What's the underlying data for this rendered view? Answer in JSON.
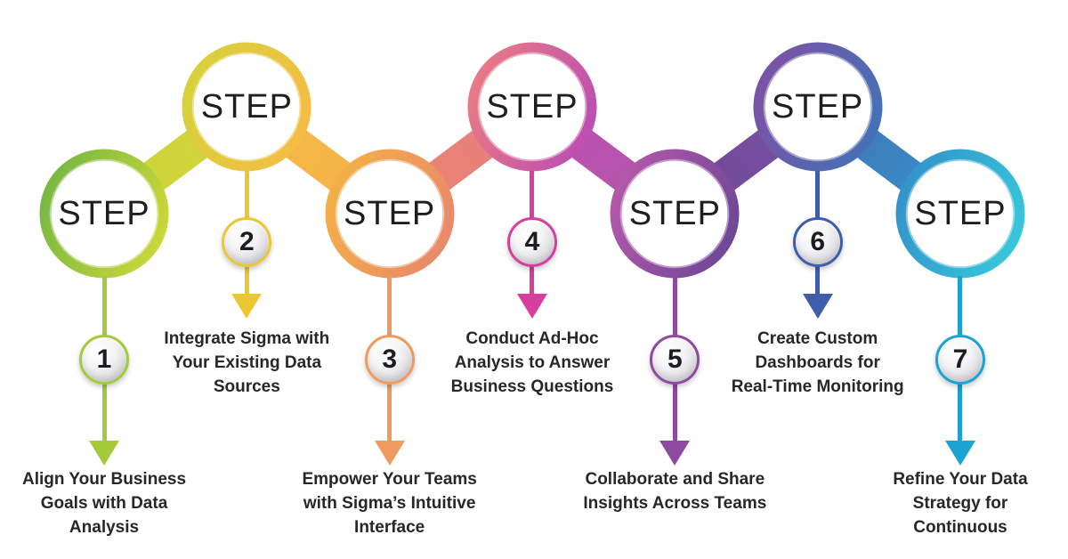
{
  "background_color": "#ffffff",
  "text_color": "#29262a",
  "steps": [
    {
      "label": "STEP",
      "number": "1",
      "position": "lower",
      "description": "Align Your Business\nGoals with Data\nAnalysis",
      "ring_gradient": [
        "#79b843",
        "#c9d739"
      ],
      "accent": "#a4ca3a"
    },
    {
      "label": "STEP",
      "number": "2",
      "position": "upper",
      "description": "Integrate Sigma with\nYour Existing Data\nSources",
      "ring_gradient": [
        "#d6d13b",
        "#f5bc45"
      ],
      "accent": "#ecc72f"
    },
    {
      "label": "STEP",
      "number": "3",
      "position": "lower",
      "description": "Empower Your Teams\nwith Sigma’s Intuitive\nInterface",
      "ring_gradient": [
        "#f3af49",
        "#e9896a"
      ],
      "accent": "#ef9a5e"
    },
    {
      "label": "STEP",
      "number": "4",
      "position": "upper",
      "description": "Conduct Ad-Hoc\nAnalysis to Answer\nBusiness Questions",
      "ring_gradient": [
        "#e87a86",
        "#bd4eb2"
      ],
      "accent": "#d63f9b"
    },
    {
      "label": "STEP",
      "number": "5",
      "position": "lower",
      "description": "Collaborate and Share\nInsights Across Teams",
      "ring_gradient": [
        "#b258aa",
        "#6f4796"
      ],
      "accent": "#8d4aa0"
    },
    {
      "label": "STEP",
      "number": "6",
      "position": "upper",
      "description": "Create Custom\nDashboards for\nReal-Time Monitoring",
      "ring_gradient": [
        "#7b52a5",
        "#4571b6"
      ],
      "accent": "#3f5dab"
    },
    {
      "label": "STEP",
      "number": "7",
      "position": "lower",
      "description": "Refine Your Data\nStrategy for\nContinuous",
      "ring_gradient": [
        "#3394ca",
        "#38c6db"
      ],
      "accent": "#1ba3d1"
    }
  ]
}
